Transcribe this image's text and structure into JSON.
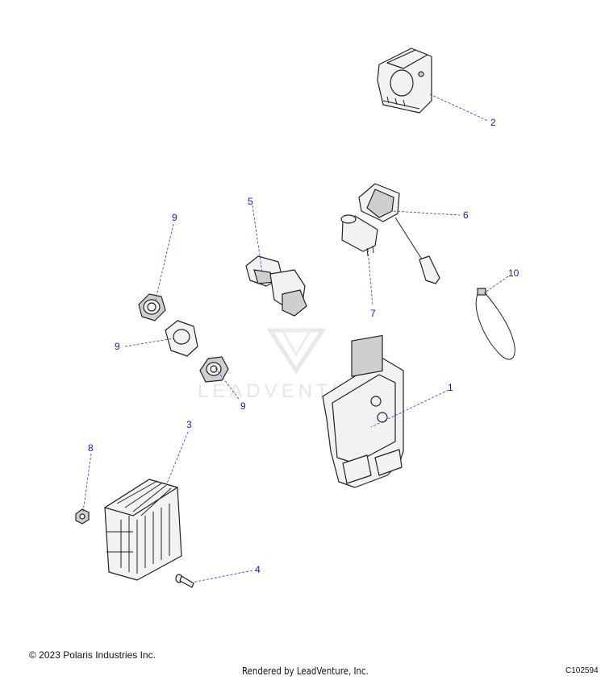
{
  "callouts": {
    "c1": "1",
    "c2": "2",
    "c3": "3",
    "c4": "4",
    "c5": "5",
    "c6": "6",
    "c7": "7",
    "c8": "8",
    "c9a": "9",
    "c9b": "9",
    "c9c": "9",
    "c10": "10"
  },
  "watermark": {
    "text": "LEADVENTURE"
  },
  "footer": {
    "copyright": "© 2023 Polaris Industries Inc.",
    "rendered_by": "Rendered by LeadVenture, Inc.",
    "diagram_code": "C102594"
  },
  "colors": {
    "callout": "#1a1ab8",
    "leader": "#3333cc"
  }
}
